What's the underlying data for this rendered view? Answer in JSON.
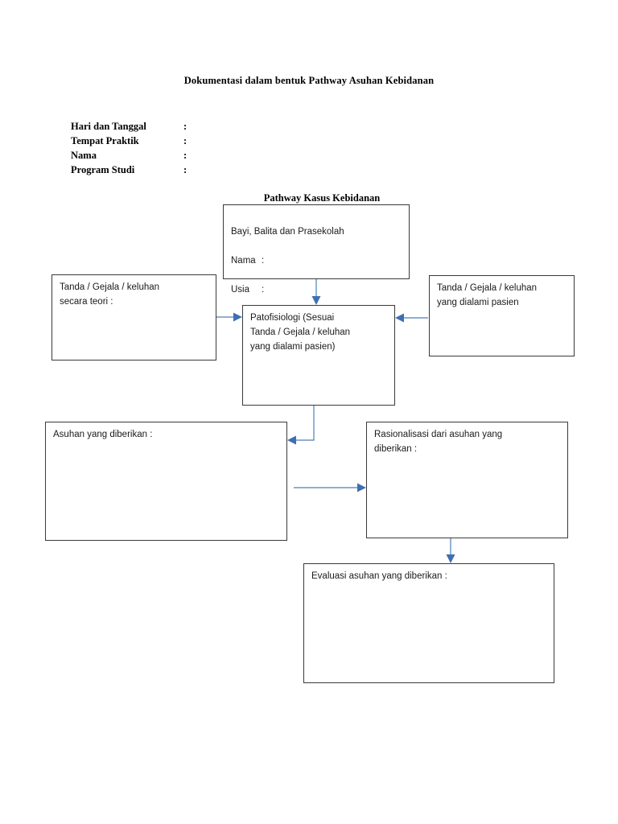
{
  "document": {
    "title": "Dokumentasi dalam bentuk Pathway Asuhan Kebidanan",
    "section_title": "Pathway Kasus Kebidanan"
  },
  "meta_fields": [
    {
      "label": "Hari dan Tanggal",
      "separator": ":",
      "value": ""
    },
    {
      "label": "Tempat Praktik",
      "separator": ":",
      "value": ""
    },
    {
      "label": "Nama",
      "separator": ":",
      "value": ""
    },
    {
      "label": "Program Studi",
      "separator": ":",
      "value": ""
    }
  ],
  "boxes": {
    "patient": {
      "heading": "Bayi, Balita dan Prasekolah",
      "fields": [
        {
          "key": "Nama",
          "separator": ":",
          "value": ""
        },
        {
          "key": "Usia",
          "separator": ":",
          "value": ""
        }
      ]
    },
    "signs_theory": {
      "text": "Tanda / Gejala / keluhan\nsecara teori :"
    },
    "signs_patient": {
      "text": "Tanda / Gejala / keluhan\nyang dialami pasien"
    },
    "pathophysiology": {
      "text": "Patofisiologi (Sesuai\nTanda / Gejala / keluhan\nyang dialami pasien)"
    },
    "care_given": {
      "text": "Asuhan yang diberikan :"
    },
    "rationale": {
      "text": "Rasionalisasi dari asuhan yang\ndiberikan :"
    },
    "evaluation": {
      "text": "Evaluasi asuhan yang diberikan :"
    }
  },
  "connectors": {
    "patient_to_patho": "arrow-down",
    "theory_to_patho": "arrow-right",
    "patient_signs_to_patho": "arrow-left",
    "patho_to_care": "elbow-down-left",
    "care_to_rationale": "arrow-right",
    "rationale_to_evaluation": "arrow-down"
  },
  "colors": {
    "connector": "#4a7ebb",
    "box_border": "#3a3a3a",
    "text": "#000000",
    "background": "#ffffff"
  }
}
